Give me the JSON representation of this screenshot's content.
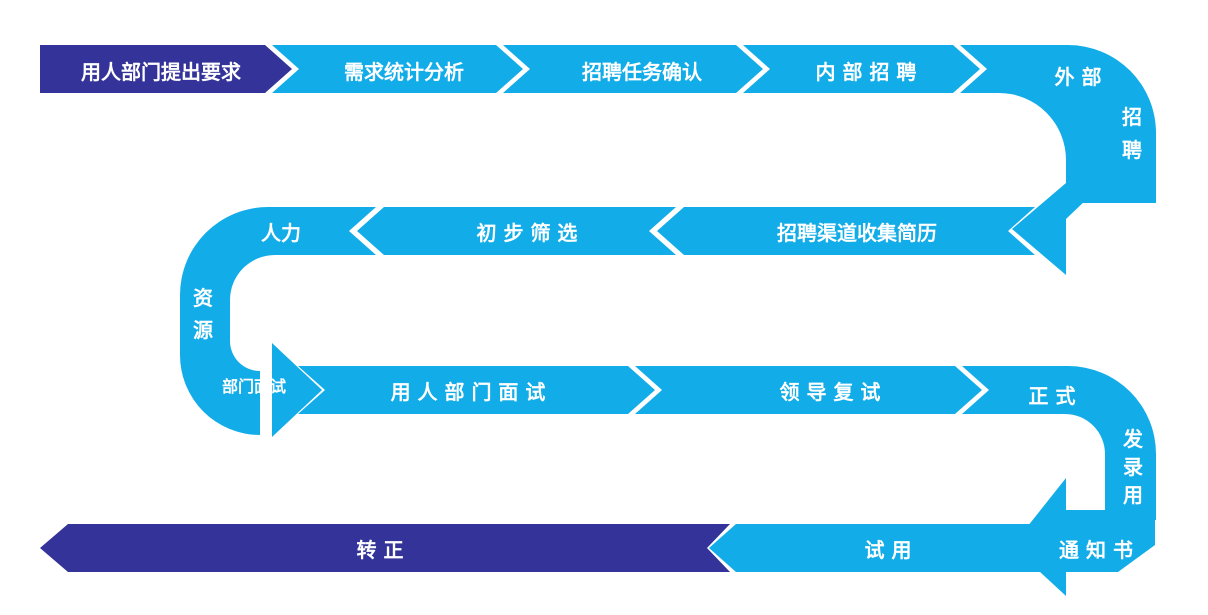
{
  "colors": {
    "step": "#12ace8",
    "start_end": "#33339a",
    "text": "#ffffff"
  },
  "flow": {
    "row1": [
      "用人部门提出要求",
      "需求统计分析",
      "招聘任务确认",
      "内 部 招 聘"
    ],
    "turn1": [
      "外 部",
      "招",
      "聘"
    ],
    "row2": [
      "招聘渠道收集简历",
      "初 步 筛 选",
      "人力"
    ],
    "turn2": [
      "资",
      "源"
    ],
    "row3": [
      "部门面试",
      "用 人 部 门 面 试",
      "领 导 复 试",
      "正  式"
    ],
    "turn3": [
      "发",
      "录",
      "用"
    ],
    "row4": [
      "通 知 书",
      "试 用",
      "转  正"
    ]
  }
}
